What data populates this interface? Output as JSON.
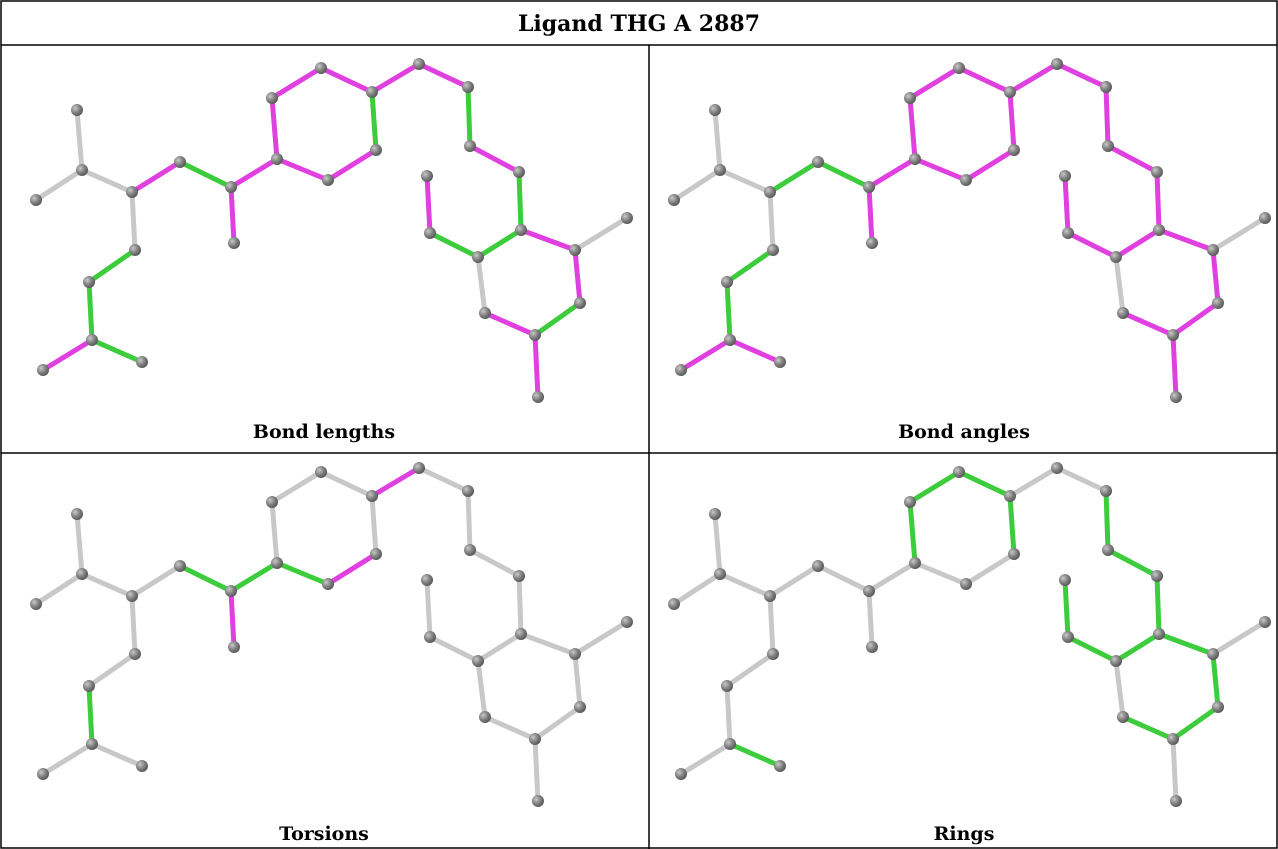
{
  "title": "Ligand THG A 2887",
  "colors": {
    "default": "#c8c8c8",
    "green": "#3ccc3c",
    "magenta": "#e040e0",
    "atom": "#808080"
  },
  "panels": [
    {
      "caption": "Bond lengths",
      "bond_colors": [
        "default",
        "default",
        "default",
        "magenta",
        "default",
        "green",
        "magenta",
        "magenta",
        "green",
        "green",
        "magenta",
        "green",
        "magenta",
        "magenta",
        "magenta",
        "green",
        "magenta",
        "magenta",
        "magenta",
        "magenta",
        "green",
        "magenta",
        "green",
        "green",
        "green",
        "magenta",
        "magenta",
        "magenta",
        "green",
        "magenta",
        "default",
        "default",
        "magenta"
      ]
    },
    {
      "caption": "Bond angles",
      "bond_colors": [
        "default",
        "default",
        "default",
        "green",
        "default",
        "green",
        "magenta",
        "magenta",
        "green",
        "green",
        "magenta",
        "magenta",
        "magenta",
        "magenta",
        "magenta",
        "magenta",
        "magenta",
        "magenta",
        "magenta",
        "magenta",
        "magenta",
        "magenta",
        "magenta",
        "magenta",
        "magenta",
        "magenta",
        "magenta",
        "magenta",
        "magenta",
        "magenta",
        "default",
        "default",
        "magenta"
      ]
    },
    {
      "caption": "Torsions",
      "bond_colors": [
        "default",
        "default",
        "default",
        "default",
        "default",
        "green",
        "magenta",
        "green",
        "default",
        "green",
        "default",
        "default",
        "default",
        "default",
        "default",
        "default",
        "magenta",
        "green",
        "magenta",
        "default",
        "default",
        "default",
        "default",
        "default",
        "default",
        "default",
        "default",
        "default",
        "default",
        "default",
        "default",
        "default",
        "default"
      ]
    },
    {
      "caption": "Rings",
      "bond_colors": [
        "default",
        "default",
        "default",
        "default",
        "default",
        "default",
        "default",
        "default",
        "default",
        "default",
        "default",
        "green",
        "green",
        "green",
        "green",
        "green",
        "default",
        "default",
        "default",
        "default",
        "green",
        "green",
        "green",
        "green",
        "green",
        "green",
        "green",
        "green",
        "green",
        "green",
        "default",
        "default",
        "default"
      ]
    }
  ]
}
